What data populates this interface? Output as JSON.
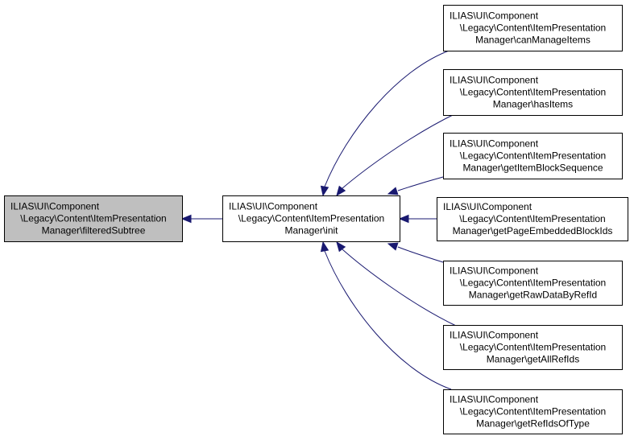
{
  "graph": {
    "nodes": [
      {
        "id": "filteredSubtree",
        "current": true,
        "lines": [
          "ILIAS\\UI\\Component",
          "\\Legacy\\Content\\ItemPresentation",
          "Manager\\filteredSubtree"
        ]
      },
      {
        "id": "init",
        "current": false,
        "lines": [
          "ILIAS\\UI\\Component",
          "\\Legacy\\Content\\ItemPresentation",
          "Manager\\init"
        ]
      },
      {
        "id": "canManageItems",
        "current": false,
        "lines": [
          "ILIAS\\UI\\Component",
          "\\Legacy\\Content\\ItemPresentation",
          "Manager\\canManageItems"
        ]
      },
      {
        "id": "hasItems",
        "current": false,
        "lines": [
          "ILIAS\\UI\\Component",
          "\\Legacy\\Content\\ItemPresentation",
          "Manager\\hasItems"
        ]
      },
      {
        "id": "getItemBlockSequence",
        "current": false,
        "lines": [
          "ILIAS\\UI\\Component",
          "\\Legacy\\Content\\ItemPresentation",
          "Manager\\getItemBlockSequence"
        ]
      },
      {
        "id": "getPageEmbeddedBlockIds",
        "current": false,
        "lines": [
          "ILIAS\\UI\\Component",
          "\\Legacy\\Content\\ItemPresentation",
          "Manager\\getPageEmbeddedBlockIds"
        ]
      },
      {
        "id": "getRawDataByRefId",
        "current": false,
        "lines": [
          "ILIAS\\UI\\Component",
          "\\Legacy\\Content\\ItemPresentation",
          "Manager\\getRawDataByRefId"
        ]
      },
      {
        "id": "getAllRefIds",
        "current": false,
        "lines": [
          "ILIAS\\UI\\Component",
          "\\Legacy\\Content\\ItemPresentation",
          "Manager\\getAllRefIds"
        ]
      },
      {
        "id": "getRefIdsOfType",
        "current": false,
        "lines": [
          "ILIAS\\UI\\Component",
          "\\Legacy\\Content\\ItemPresentation",
          "Manager\\getRefIdsOfType"
        ]
      }
    ],
    "edges": [
      {
        "from": "init",
        "to": "filteredSubtree"
      },
      {
        "from": "canManageItems",
        "to": "init"
      },
      {
        "from": "hasItems",
        "to": "init"
      },
      {
        "from": "getItemBlockSequence",
        "to": "init"
      },
      {
        "from": "getPageEmbeddedBlockIds",
        "to": "init"
      },
      {
        "from": "getRawDataByRefId",
        "to": "init"
      },
      {
        "from": "getAllRefIds",
        "to": "init"
      },
      {
        "from": "getRefIdsOfType",
        "to": "init"
      }
    ],
    "colors": {
      "edge": "#191970",
      "current_fill": "#bfbfbf",
      "node_fill": "#ffffff",
      "border": "#000000"
    }
  }
}
